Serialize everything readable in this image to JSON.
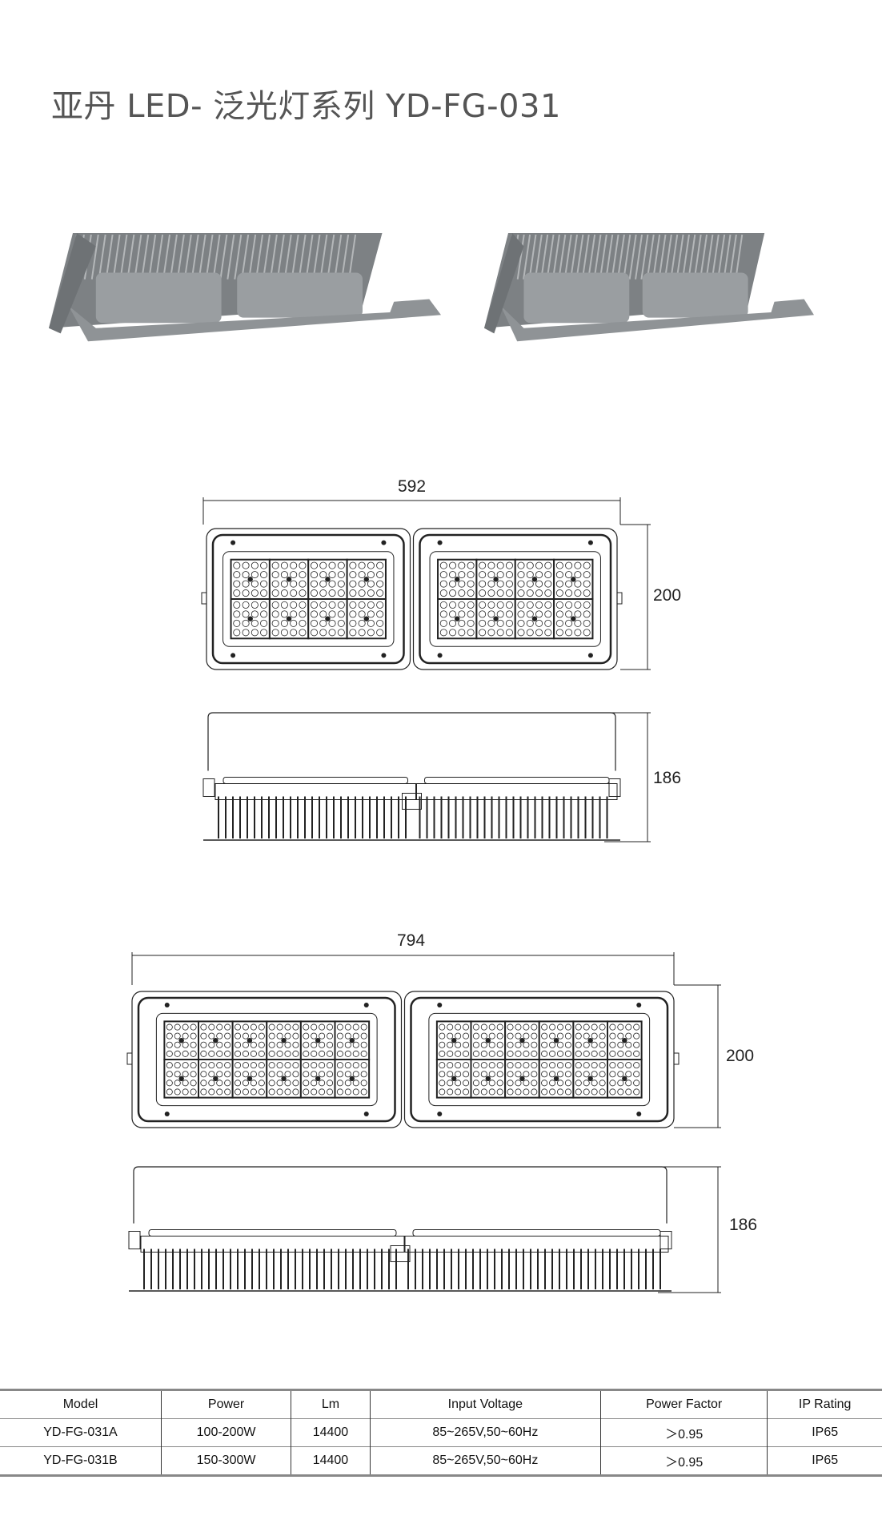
{
  "title": "亚丹 LED- 泛光灯系列 YD-FG-031",
  "drawings": [
    {
      "width_label": "592",
      "height_label": "200",
      "depth_label": "186",
      "modules_per_row": 4
    },
    {
      "width_label": "794",
      "height_label": "200",
      "depth_label": "186",
      "modules_per_row": 6
    }
  ],
  "table": {
    "headers": [
      "Model",
      "Power",
      "Lm",
      "Input Voltage",
      "Power Factor",
      "IP Rating"
    ],
    "rows": [
      [
        "YD-FG-031A",
        "100-200W",
        "14400",
        "85~265V,50~60Hz",
        "＞0.95",
        "IP65"
      ],
      [
        "YD-FG-031B",
        "150-300W",
        "14400",
        "85~265V,50~60Hz",
        "＞0.95",
        "IP65"
      ]
    ]
  },
  "colors": {
    "body": "#8f9396",
    "line": "#222222"
  }
}
